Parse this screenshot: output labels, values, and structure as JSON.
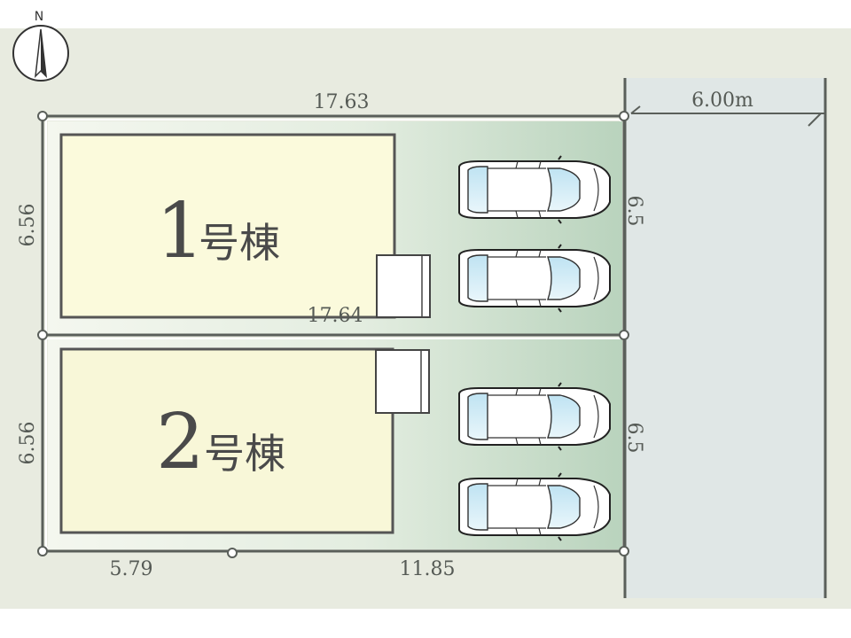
{
  "compass": {
    "north_label": "N"
  },
  "road": {
    "width_label": "6.00m"
  },
  "lots": [
    {
      "number": "1",
      "label": "号棟",
      "parking_spaces": 2
    },
    {
      "number": "2",
      "label": "号棟",
      "parking_spaces": 2
    }
  ],
  "dimensions": {
    "top": "17.63",
    "middle": "17.64",
    "left_lot1": "6.56",
    "left_lot2": "6.56",
    "right_lot1": "6.5",
    "right_lot2": "6.5",
    "bottom_left": "5.79",
    "bottom_right": "11.85"
  },
  "colors": {
    "ground": "#e8ebe0",
    "lot_fill": "#fbfadc",
    "yard_green": "#cfe0cf",
    "road": "#e0e7e6",
    "boundary": "#5a5f5a"
  }
}
